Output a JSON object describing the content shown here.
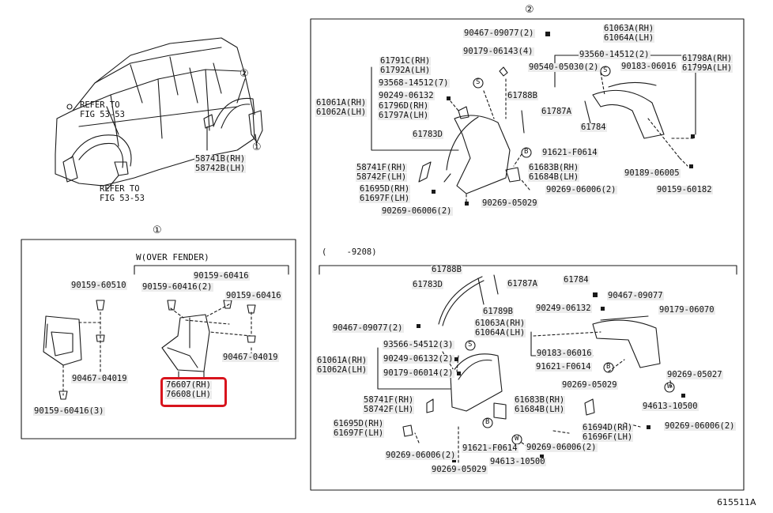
{
  "figure_id": "615511A",
  "circle_1": "①",
  "circle_2": "②",
  "refer_front": "REFER TO\nFIG 53-53",
  "refer_rear": "REFER TO\nFIG 53-53",
  "top_left": {
    "p58741b": "58741B(RH)",
    "p58742b": "58742B(LH)"
  },
  "box1": {
    "header": "W(OVER FENDER)",
    "p90159_60510": "90159-60510",
    "p90159_60416_a": "90159-60416",
    "p90159_60416_2": "90159-60416(2)",
    "p90159_60416_b": "90159-60416",
    "p90467_04019_a": "90467-04019",
    "p90467_04019_b": "90467-04019",
    "p90159_60416_3": "90159-60416(3)",
    "p76607": "76607(RH)",
    "p76608": "76608(LH)"
  },
  "box2_top": {
    "p90467_09077_2": "90467-09077(2)",
    "p90179_06143_4": "90179-06143(4)",
    "p61063a": "61063A(RH)",
    "p61064a": "61064A(LH)",
    "p93560_14512_2": "93560-14512(2)",
    "p61791c": "61791C(RH)",
    "p61792a": "61792A(LH)",
    "p90540_05030_2": "90540-05030(2)",
    "p90183_06016": "90183-06016",
    "p61798a": "61798A(RH)",
    "p61799a": "61799A(LH)",
    "p93568_14512_7": "93568-14512(7)",
    "p90249_06132": "90249-06132",
    "p61061a": "61061A(RH)",
    "p61062a": "61062A(LH)",
    "p61796d": "61796D(RH)",
    "p61797a": "61797A(LH)",
    "p61788b": "61788B",
    "p61787a": "61787A",
    "p61784": "61784",
    "p61783d": "61783D",
    "p91621_f0614": "91621-F0614",
    "p58741f": "58741F(RH)",
    "p58742f": "58742F(LH)",
    "p61683b": "61683B(RH)",
    "p61684b": "61684B(LH)",
    "p90189_06005": "90189-06005",
    "p61695d": "61695D(RH)",
    "p61697f": "61697F(LH)",
    "p90269_06006_2": "90269-06006(2)",
    "p90159_60182": "90159-60182",
    "p90269_05029": "90269-05029",
    "p90269_06006_2b": "90269-06006(2)"
  },
  "box2_bottom": {
    "range": "(    -9208)",
    "p61788b": "61788B",
    "p61783d": "61783D",
    "p61787a": "61787A",
    "p61784": "61784",
    "p90467_09077": "90467-09077",
    "p61789b": "61789B",
    "p90249_06132": "90249-06132",
    "p90179_06070": "90179-06070",
    "p90467_09077_2": "90467-09077(2)",
    "p61063a": "61063A(RH)",
    "p61064a": "61064A(LH)",
    "p93566_54512_3": "93566-54512(3)",
    "p90183_06016": "90183-06016",
    "p61061a": "61061A(RH)",
    "p61062a": "61062A(LH)",
    "p90249_06132_2": "90249-06132(2)",
    "p90179_06014_2": "90179-06014(2)",
    "p91621_f0614": "91621-F0614",
    "p90269_05027": "90269-05027",
    "p90269_05029": "90269-05029",
    "p58741f": "58741F(RH)",
    "p58742f": "58742F(LH)",
    "p61683b": "61683B(RH)",
    "p61684b": "61684B(LH)",
    "p94613_10500": "94613-10500",
    "p61695d": "61695D(RH)",
    "p61697f": "61697F(LH)",
    "p61694d": "61694D(RH)",
    "p61696f": "61696F(LH)",
    "p90269_06006_2": "90269-06006(2)",
    "p90269_06006_2b": "90269-06006(2)",
    "p91621_f0614b": "91621-F0614",
    "p90269_06006_2c": "90269-06006(2)",
    "p94613_10500b": "94613-10500",
    "p90269_05029b": "90269-05029"
  },
  "symbols": {
    "S": "S",
    "B": "B",
    "W": "W"
  },
  "colors": {
    "highlight": "#d8141d",
    "label_bg": "#ececec",
    "line": "#1a1a1a"
  }
}
